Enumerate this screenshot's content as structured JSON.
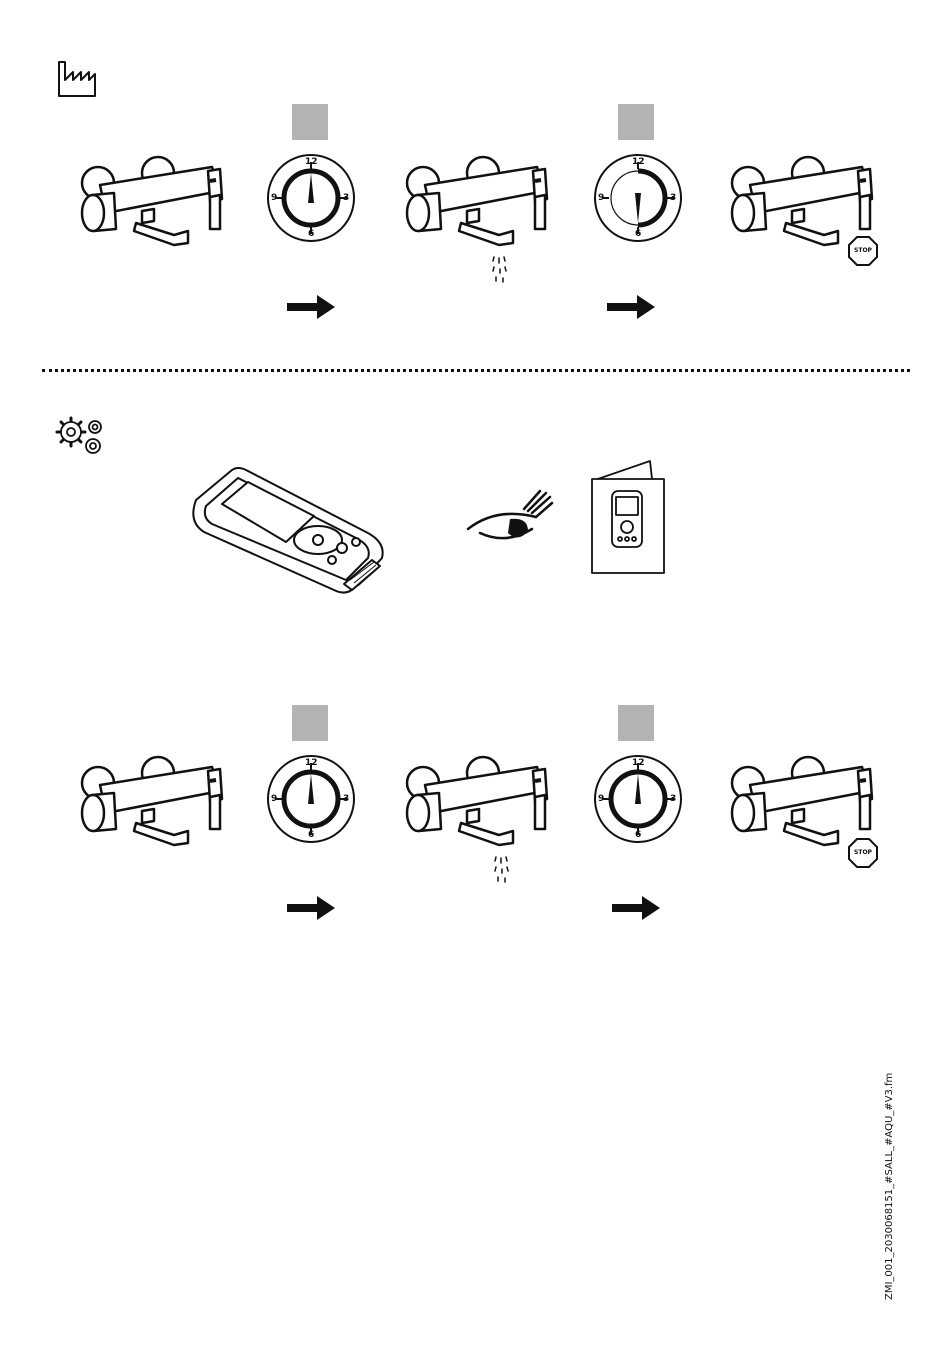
{
  "icons": {
    "factory": "factory-icon",
    "settings": "gears-icon",
    "eye": "eye-icon",
    "stop": "stop-sign-icon",
    "arrow": "arrow-right-icon"
  },
  "dial": {
    "n12": "12",
    "n3": "3",
    "n6": "6",
    "n9": "9"
  },
  "stop_label": "STOP",
  "colors": {
    "step_box": "#b3b3b3",
    "ink": "#111111"
  },
  "footer_code": "ZMI_001_2030068151_#SALL_#AQU_#V3.fm"
}
